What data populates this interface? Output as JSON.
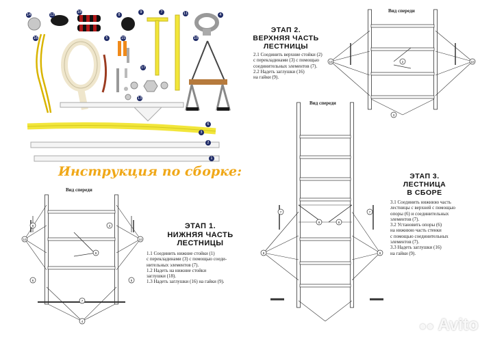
{
  "parts": {
    "numbers": [
      "14",
      "12",
      "18",
      "8",
      "9",
      "7",
      "11",
      "4",
      "16",
      "5",
      "15",
      "10",
      "17",
      "13",
      "6",
      "3",
      "2",
      "1"
    ]
  },
  "heading": "Инструкция по сборке:",
  "stage1": {
    "view_label": "Вид спереди",
    "title_lines": [
      "ЭТАП 1.",
      "НИЖНЯЯ ЧАСТЬ",
      "ЛЕСТНИЦЫ"
    ],
    "steps": [
      "1.1 Соединить нижние стойки (1)",
      "с перекладинами (3) с помощью соеди-",
      "нительных элементов (7).",
      "1.2 Надеть на нижние стойки",
      "заглушки (18).",
      "1.3 Надеть заглушки (16) на гайки (9)."
    ]
  },
  "stage2": {
    "view_label": "Вид спереди",
    "title_lines": [
      "ЭТАП 2.",
      "ВЕРХНЯЯ ЧАСТЬ",
      "ЛЕСТНИЦЫ"
    ],
    "steps": [
      "2.1 Соединить верхние стойки (2)",
      "с перекладинами (3) с помощью",
      "соединительных элементов (7).",
      "2.2 Надеть заглушки (16)",
      "на гайки (9)."
    ]
  },
  "stage3": {
    "view_label": "Вид спереди",
    "title_lines": [
      "ЭТАП 3.",
      "ЛЕСТНИЦА",
      "В СБОРЕ"
    ],
    "steps": [
      "3.1 Соединить нижнюю часть",
      "лестницы с верхней с помощью",
      "опоры (6) и соединительных",
      "элементов (7).",
      "3.2 Установить опоры (6)",
      "на нижнюю часть стенки",
      "с помощью соединительных",
      "элементов (7).",
      "3.3 Надеть заглушки (16)",
      "на гайки (9)."
    ]
  },
  "diagram_callouts": {
    "stage1": [
      "10",
      "10",
      "8",
      "9",
      "7",
      "4",
      "6",
      "5",
      "3"
    ],
    "stage2": [
      "10",
      "10",
      "2",
      "3"
    ],
    "stage3": [
      "8",
      "8",
      "8",
      "8",
      "7",
      "7"
    ]
  },
  "watermark": "Avito",
  "colors": {
    "heading": "#f0a818",
    "yellow": "#f2e63a",
    "rope": "#efe6cc",
    "navy": "#1e2a66"
  }
}
